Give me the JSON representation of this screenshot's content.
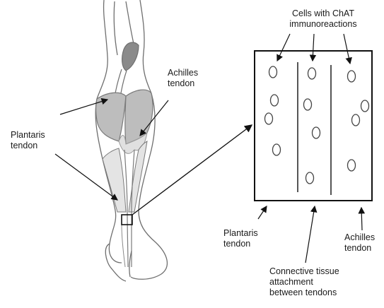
{
  "labels": {
    "cells_line1": "Cells with ChAT",
    "cells_line2": "immunoreactions",
    "achilles_top_line1": "Achilles",
    "achilles_top_line2": "tendon",
    "plantaris_left_line1": "Plantaris",
    "plantaris_left_line2": "tendon",
    "plantaris_bottom_line1": "Plantaris",
    "plantaris_bottom_line2": "tendon",
    "achilles_bottom_line1": "Achilles",
    "achilles_bottom_line2": "tendon",
    "connective_line1": "Connective tissue",
    "connective_line2": "attachment",
    "connective_line3": "between tendons"
  },
  "colors": {
    "outline": "#6f6f6f",
    "muscle_gray": "#bdbdbd",
    "muscle_light": "#d6d6d6",
    "tendon_fill": "#e4e4e4",
    "plantaris_muscle": "#8a8a8a",
    "box_stroke": "#111111"
  }
}
